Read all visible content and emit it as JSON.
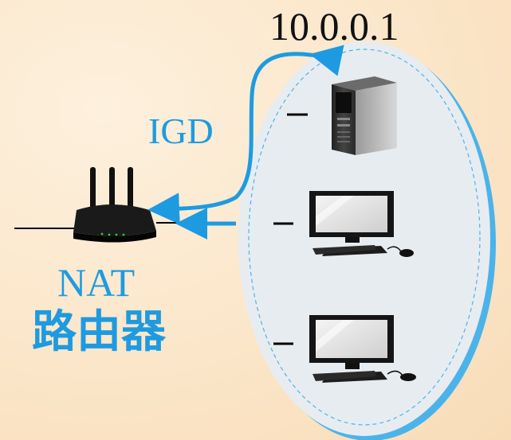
{
  "ip_label": "10.0.0.1",
  "igd_label": "IGD",
  "router_label_line1": "NAT",
  "router_label_line2": "路由器",
  "colors": {
    "accent_blue": "#1e9be0",
    "ellipse_fill": "#e7ecf1",
    "ellipse_shadow": "#4cb3ea",
    "background": "#fbe6c9"
  },
  "devices": [
    {
      "type": "server-tower",
      "icon": "server-icon"
    },
    {
      "type": "desktop-pc",
      "icon": "desktop-icon"
    },
    {
      "type": "desktop-pc",
      "icon": "desktop-icon"
    }
  ]
}
